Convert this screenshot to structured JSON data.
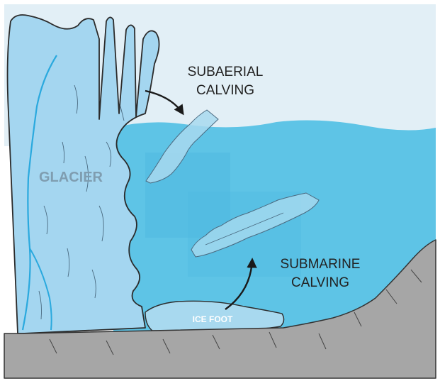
{
  "labels": {
    "glacier": "GLACIER",
    "subaerial_line1": "SUBAERIAL",
    "subaerial_line2": "CALVING",
    "submarine_line1": "SUBMARINE",
    "submarine_line2": "CALVING",
    "ice_foot": "ICE FOOT"
  },
  "colors": {
    "sky": "#e2eff6",
    "water": "#5ec4e6",
    "water_deep": "#4eb9e0",
    "glacier_fill": "#a4d6f0",
    "glacier_outline": "#2b2b2b",
    "crevasse_line": "#4a6a80",
    "meltwater_channel": "#2aa9de",
    "seabed": "#a6a6a6",
    "seabed_outline": "#333333",
    "iceberg_fill": "#a8d9ef",
    "label_glacier": "#7f9db0",
    "label_text": "#222222",
    "label_icefoot": "#ffffff",
    "arrow": "#1a1a1a"
  }
}
